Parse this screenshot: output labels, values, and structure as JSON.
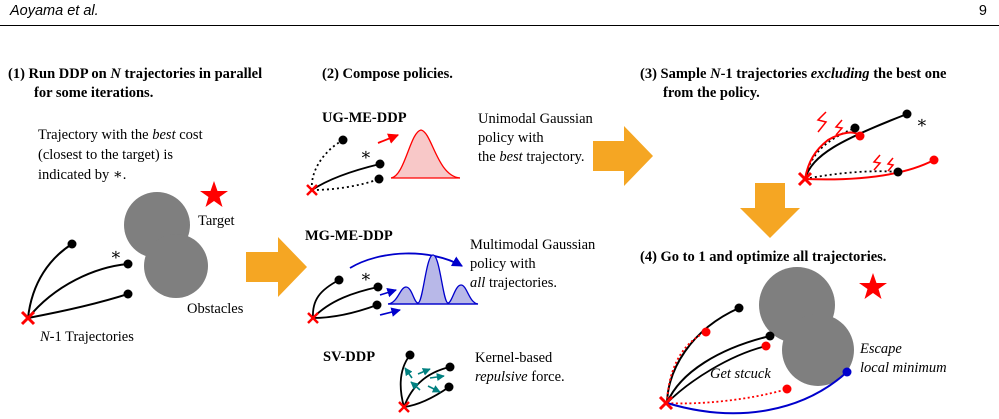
{
  "header": {
    "authors": "Aoyama et al.",
    "page_number": "9"
  },
  "figure": {
    "step1": {
      "title_line1_prefix": "(1) Run DDP on ",
      "title_line1_var": "N",
      "title_line1_suffix": " trajectories in parallel",
      "title_line2": "for some iterations.",
      "desc_line1_prefix": "Trajectory with the ",
      "desc_line1_em": "best",
      "desc_line1_suffix": " cost",
      "desc_line2": "(closest to the target) is",
      "desc_line3": "indicated by ∗.",
      "best_marker": "∗",
      "target_label": "Target",
      "obstacles_label": "Obstacles",
      "trajectories_var": "N",
      "trajectories_suffix": "-1  Trajectories"
    },
    "step2": {
      "title": "(2) Compose policies.",
      "ug": {
        "name": "UG-ME-DDP",
        "desc_line1": "Unimodal Gaussian",
        "desc_line2": "policy with",
        "desc_line3_prefix": "the ",
        "desc_line3_em": "best",
        "desc_line3_suffix": " trajectory."
      },
      "mg": {
        "name": "MG-ME-DDP",
        "desc_line1": "Multimodal Gaussian",
        "desc_line2": "policy with",
        "desc_line3_em": "all",
        "desc_line3_suffix": " trajectories."
      },
      "sv": {
        "name": "SV-DDP",
        "desc_line1": "Kernel-based",
        "desc_line2_em": "repulsive",
        "desc_line2_suffix": " force."
      }
    },
    "step3": {
      "title_line1_prefix": "(3) Sample ",
      "title_line1_var": "N",
      "title_line1_mid": "-1 trajectories ",
      "title_line1_em": "excluding",
      "title_line1_suffix": " the best one",
      "title_line2": "from the policy."
    },
    "step4": {
      "title": "(4) Go to 1 and optimize all trajectories.",
      "stuck_label": "Get stcuck",
      "escape_line1": "Escape",
      "escape_line2": "local minimum"
    }
  },
  "colors": {
    "red": "#ff0000",
    "blue": "#0000cc",
    "teal": "#008080",
    "orange_arrow": "#f5a623",
    "obstacle_gray": "#7f7f7f",
    "gaussian_fill": "#f8c8c8",
    "mg_fill": "#b8b8e8"
  }
}
